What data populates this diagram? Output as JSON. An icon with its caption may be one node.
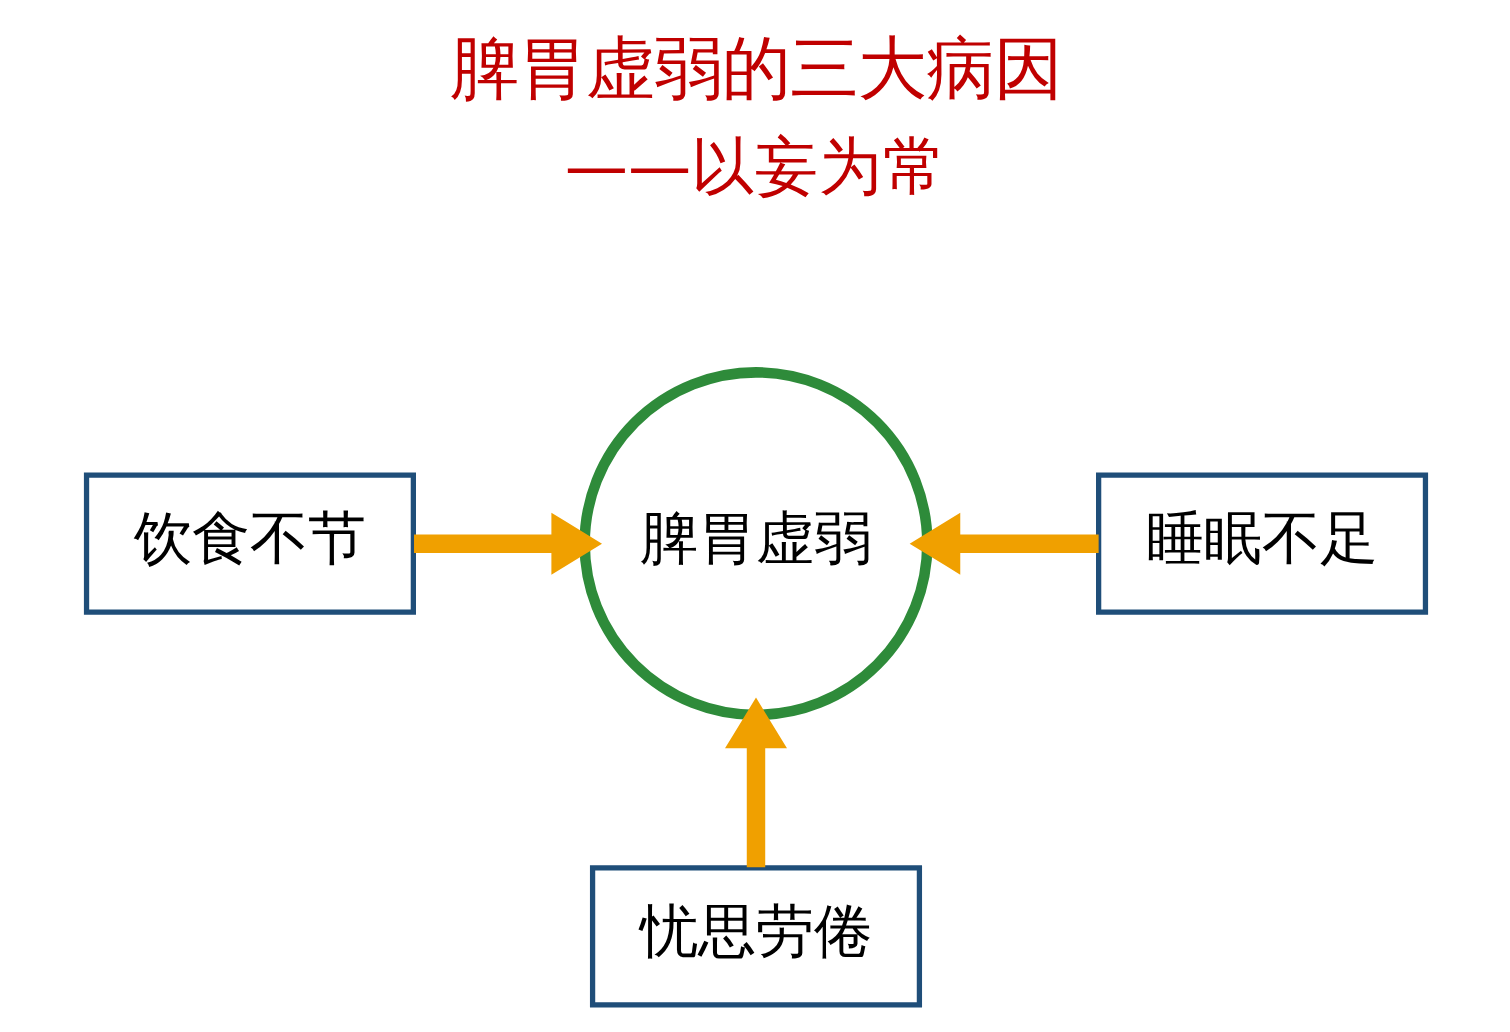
{
  "diagram": {
    "title": "脾胃虚弱的三大病因",
    "nodes": [
      {
        "text": [
          "饮食不节"
        ]
      },
      {
        "text": [
          "脾胃虚弱"
        ]
      },
      {
        "text": [
          "睡眠不足"
        ]
      },
      {
        "text": [
          "忧思劳倦"
        ]
      }
    ],
    "edges": [
      {
        "from": 0,
        "to": 1,
        "arrow": "to"
      },
      {
        "from": 2,
        "to": 1,
        "arrow": "to"
      },
      {
        "from": 3,
        "to": 1,
        "arrow": "to"
      }
    ],
    "labels": [
      "——以妄为常"
    ]
  }
}
